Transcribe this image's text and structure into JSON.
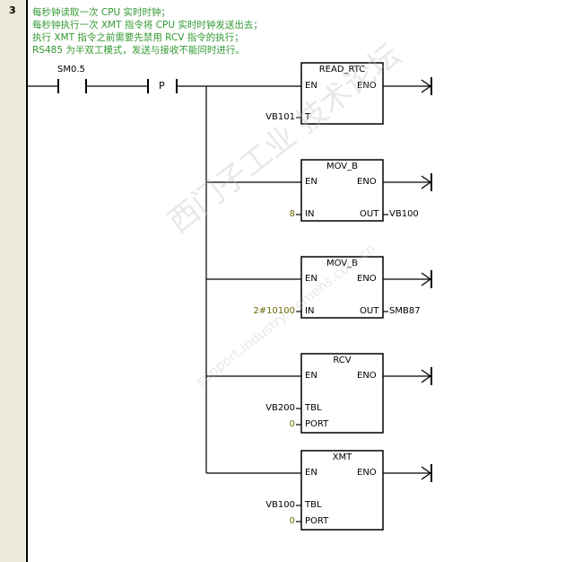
{
  "network": {
    "number": "3",
    "comment": [
      "每秒钟读取一次 CPU 实时时钟；",
      "每秒钟执行一次 XMT 指令将 CPU 实时时钟发送出去；",
      "执行 XMT 指令之前需要先禁用 RCV 指令的执行；",
      "RS485 为半双工模式，发送与接收不能同时进行。"
    ]
  },
  "contact": {
    "label": "SM0.5",
    "pulse_label": "P"
  },
  "blocks": [
    {
      "title": "READ_RTC",
      "en": "EN",
      "eno": "ENO",
      "inputs": [
        {
          "pin": "T",
          "operand": "VB101"
        }
      ],
      "outputs": []
    },
    {
      "title": "MOV_B",
      "en": "EN",
      "eno": "ENO",
      "inputs": [
        {
          "pin": "IN",
          "operand": "8"
        }
      ],
      "outputs": [
        {
          "pin": "OUT",
          "operand": "VB100"
        }
      ]
    },
    {
      "title": "MOV_B",
      "en": "EN",
      "eno": "ENO",
      "inputs": [
        {
          "pin": "IN",
          "operand": "2#10100"
        }
      ],
      "outputs": [
        {
          "pin": "OUT",
          "operand": "SMB87"
        }
      ]
    },
    {
      "title": "RCV",
      "en": "EN",
      "eno": "ENO",
      "inputs": [
        {
          "pin": "TBL",
          "operand": "VB200"
        },
        {
          "pin": "PORT",
          "operand": "0"
        }
      ],
      "outputs": []
    },
    {
      "title": "XMT",
      "en": "EN",
      "eno": "ENO",
      "inputs": [
        {
          "pin": "TBL",
          "operand": "VB100"
        },
        {
          "pin": "PORT",
          "operand": "0"
        }
      ],
      "outputs": []
    }
  ],
  "watermark": {
    "line1": "西门子工业 技术论坛",
    "line2": "support.industry.siemens.com.cn"
  }
}
